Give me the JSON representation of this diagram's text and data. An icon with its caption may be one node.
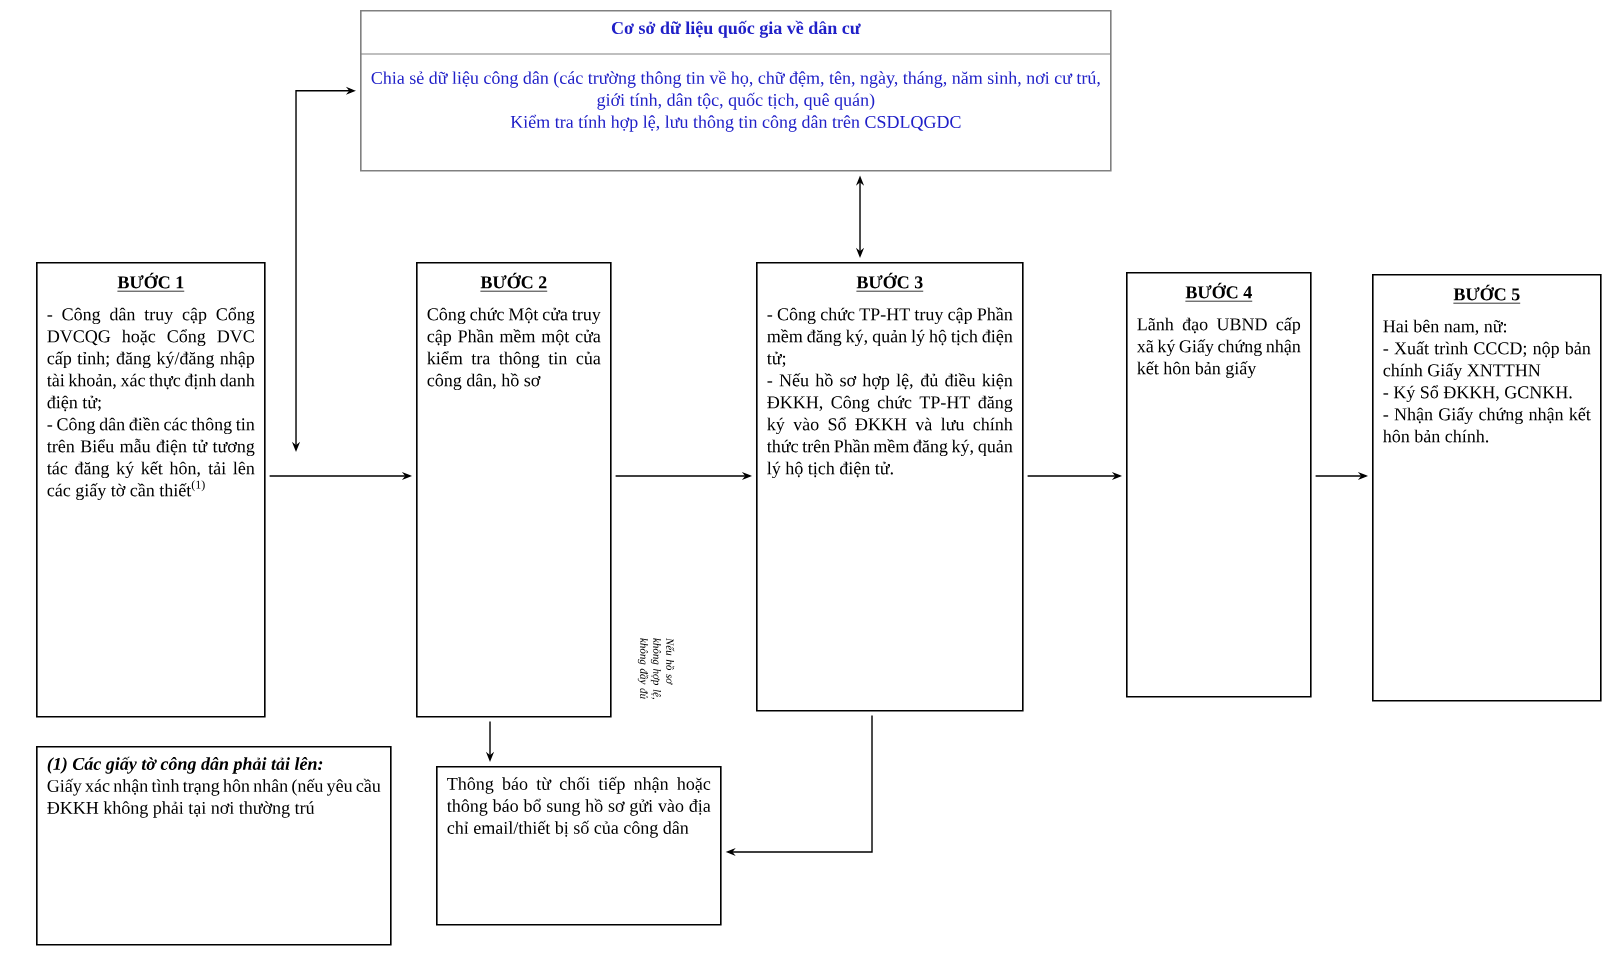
{
  "diagram": {
    "nodes": [
      {
        "text": [
          "Cơ sở dữ liệu quốc gia về dân cư",
          "Chia sẻ dữ liệu công dân (các trường thông tin về họ, chữ đệm, tên, ngày, tháng, năm sinh, nơi cư trú, giới tính, dân tộc, quốc tịch, quê quán)",
          "Kiểm tra tính hợp lệ, lưu thông tin công dân trên CSDLQGDC"
        ]
      },
      {
        "text": [
          "BƯỚC 1",
          "- Công dân truy cập Cổng DVCQG hoặc Cổng DVC cấp tỉnh; đăng ký/đăng nhập tài khoản, xác thực định danh điện tử;",
          "- Công dân điền các thông tin trên Biểu mẫu điện tử tương tác đăng ký kết hôn, tải lên các giấy tờ cần thiết$^{(1)}$"
        ]
      },
      {
        "text": [
          "BƯỚC 2",
          "Công chức Một cửa truy cập Phần mềm một cửa kiểm tra thông tin của công dân, hồ sơ"
        ]
      },
      {
        "text": [
          "BƯỚC 3",
          "- Công chức TP-HT truy cập Phần mềm đăng ký, quản lý hộ tịch điện tử;",
          "- Nếu hồ sơ hợp lệ, đủ điều kiện ĐKKH, Công chức TP-HT đăng ký vào Sổ ĐKKH và lưu chính thức trên Phần mềm đăng ký, quản lý hộ tịch điện tử."
        ]
      },
      {
        "text": [
          "BƯỚC 4",
          "Lãnh đạo UBND cấp xã ký Giấy chứng nhận kết hôn bản giấy"
        ]
      },
      {
        "text": [
          "BƯỚC 5",
          "Hai bên nam, nữ:",
          "- Xuất trình CCCD; nộp bản chính Giấy XNTTHN",
          "- Ký Sổ ĐKKH, GCNKH.",
          "- Nhận Giấy chứng nhận kết hôn bản chính."
        ]
      },
      {
        "text": [
          "Thông báo từ chối tiếp nhận hoặc thông báo bổ sung hồ sơ gửi vào địa chỉ email/thiết bị số của công dân"
        ]
      },
      {
        "text": [
          "(1) Các giấy tờ công dân phải tải lên:",
          "Giấy xác nhận tình trạng hôn nhân (nếu yêu cầu ĐKKH không phải tại nơi thường trú"
        ]
      }
    ],
    "edges": [
      {
        "from": 0,
        "to": null,
        "arrow": "both"
      },
      {
        "from": 0,
        "to": 3,
        "arrow": "both"
      },
      {
        "from": 1,
        "to": 2,
        "arrow": "to"
      },
      {
        "from": 2,
        "to": 3,
        "arrow": "to"
      },
      {
        "from": 3,
        "to": 4,
        "arrow": "to"
      },
      {
        "from": 4,
        "to": 5,
        "arrow": "to"
      },
      {
        "from": 2,
        "to": 6,
        "arrow": "to"
      },
      {
        "from": 3,
        "to": 6,
        "arrow": "to"
      }
    ],
    "labels": [
      "Nếu hồ sơ không hợp lệ, không đầy đủ"
    ]
  }
}
